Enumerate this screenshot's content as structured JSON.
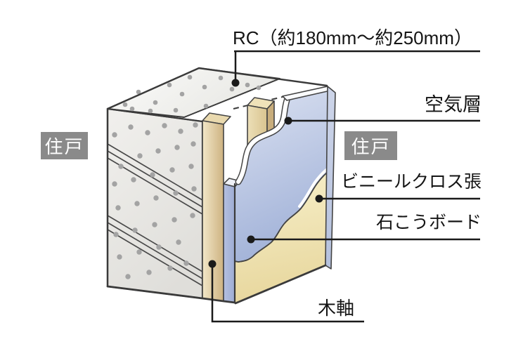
{
  "labels": {
    "rc": "RC（約180mm〜約250mm）",
    "air_layer": "空気層",
    "vinyl_cloth": "ビニールクロス張",
    "gypsum_board": "石こうボード",
    "wood_frame": "木軸",
    "unit_left": "住戸",
    "unit_right": "住戸"
  },
  "colors": {
    "background": "#ffffff",
    "line": "#1a1a1a",
    "outline": "#3a3a3a",
    "concrete_top_light": "#fbfbfa",
    "concrete_top_dark": "#e8e8e4",
    "concrete_face_light": "#f0efec",
    "concrete_face_dark": "#dfdeda",
    "speckle": "#a3a3a3",
    "wood_light": "#f2e7c8",
    "wood_dark": "#cdb281",
    "wood_top": "#e9d9ae",
    "wood2_light": "#ecdfb8",
    "wood2_dark": "#d9c48f",
    "wood2_side": "#c8ad7c",
    "gypsum_light": "#d8dff0",
    "gypsum_dark": "#9fb0d7",
    "gypsum_strip_light": "#b3bfe0",
    "gypsum_strip_dark": "#9fadd4",
    "vinyl_light": "#f7efc9",
    "vinyl_dark": "#e7d69c",
    "panel_end_light": "#cdd5e9",
    "panel_end_dark": "#b5c1dd",
    "badge_bg": "#8a8a8a",
    "badge_text": "#ffffff"
  }
}
